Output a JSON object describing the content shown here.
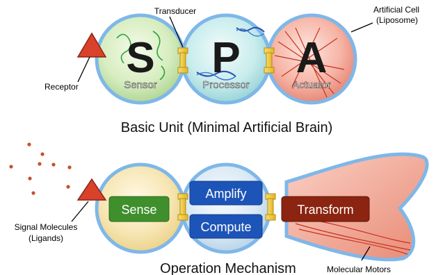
{
  "top": {
    "transducer_label": "Transducer",
    "artificial_cell_label_line1": "Artificial Cell",
    "artificial_cell_label_line2": "(Liposome)",
    "receptor_label": "Receptor",
    "units": [
      {
        "letter": "S",
        "name": "Sensor"
      },
      {
        "letter": "P",
        "name": "Processor"
      },
      {
        "letter": "A",
        "name": "Actuator"
      }
    ],
    "caption": "Basic Unit (Minimal Artificial Brain)"
  },
  "bottom": {
    "sense_label": "Sense",
    "amplify_label": "Amplify",
    "compute_label": "Compute",
    "transform_label": "Transform",
    "signal_label_line1": "Signal Molecules",
    "signal_label_line2": "(Ligands)",
    "motors_label": "Molecular Motors",
    "caption": "Operation Mechanism"
  },
  "colors": {
    "sensor": "#cfe9b8",
    "processor": "#bfe6e6",
    "actuator": "#f4b3a6",
    "membrane": "#7fb7e8",
    "connector": "#f2cc3c",
    "receptor": "#d9412b",
    "sense_box": "#3f8f2c",
    "amplify_box": "#1d54b8",
    "transform_box": "#8b2410",
    "dots": "#c4512d"
  }
}
